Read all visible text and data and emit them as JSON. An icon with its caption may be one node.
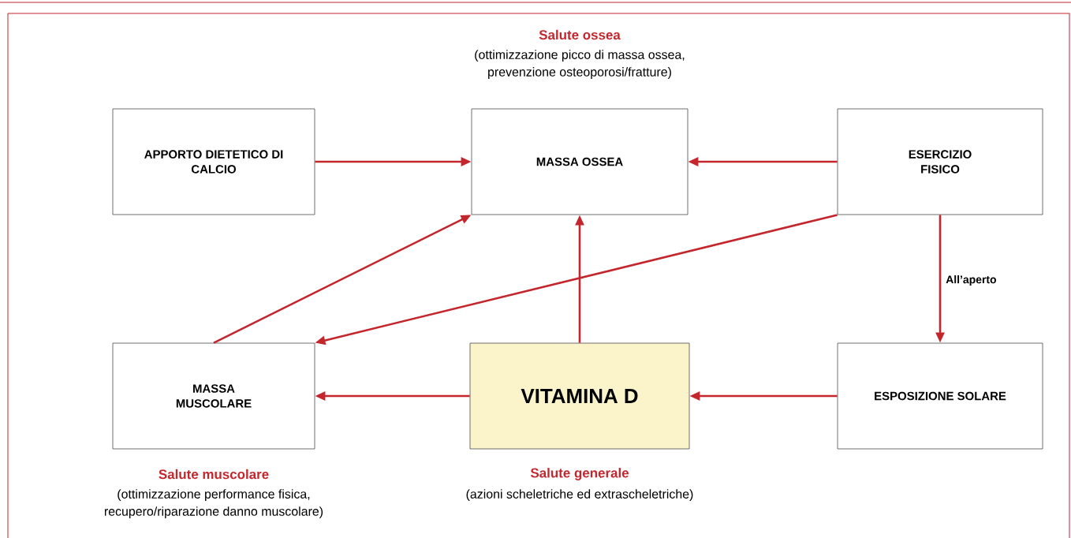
{
  "diagram": {
    "nodes": [
      {
        "text": [
          "APPORTO DIETETICO DI CALCIO"
        ]
      },
      {
        "text": [
          "MASSA OSSEA"
        ],
        "beside": [
          "Salute ossea",
          "(ottimizzazione picco di massa ossea, prevenzione osteoporosi/fratture)"
        ]
      },
      {
        "text": [
          "ESERCIZIO FISICO"
        ]
      },
      {
        "text": [
          "MASSA MUSCOLARE"
        ],
        "beside": [
          "Salute muscolare",
          "(ottimizzazione performance fisica, recupero/riparazione danno muscolare)"
        ]
      },
      {
        "text": [
          "VITAMINA D"
        ],
        "beside": [
          "Salute generale",
          "(azioni scheletriche ed extrascheletriche)"
        ]
      },
      {
        "text": [
          "ESPOSIZIONE SOLARE"
        ]
      }
    ],
    "edges": [
      {
        "from": 0,
        "to": 1,
        "arrow": "to"
      },
      {
        "from": 2,
        "to": 1,
        "arrow": "to"
      },
      {
        "from": 2,
        "to": 5,
        "arrow": "to",
        "label": "All’aperto"
      },
      {
        "from": 2,
        "to": 3,
        "arrow": "to"
      },
      {
        "from": 3,
        "to": 1,
        "arrow": "to"
      },
      {
        "from": 4,
        "to": 1,
        "arrow": "to"
      },
      {
        "from": 4,
        "to": 3,
        "arrow": "to"
      },
      {
        "from": 5,
        "to": 4,
        "arrow": "to"
      }
    ]
  }
}
